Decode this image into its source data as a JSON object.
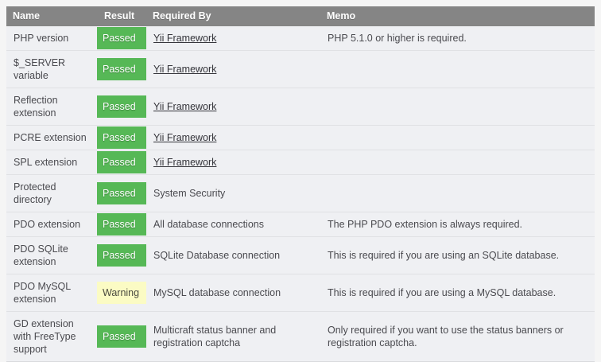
{
  "table": {
    "columns": [
      {
        "key": "name",
        "label": "Name"
      },
      {
        "key": "result",
        "label": "Result"
      },
      {
        "key": "required",
        "label": "Required By"
      },
      {
        "key": "memo",
        "label": "Memo"
      }
    ],
    "colors": {
      "header_bg": "#858585",
      "header_text": "#ffffff",
      "row_bg": "#eff0f3",
      "row_border": "#e0e1e4",
      "passed_bg": "#56b856",
      "passed_text": "#ffffff",
      "warning_bg": "#fbfbc4",
      "warning_text": "#4a4a3f",
      "body_text": "#4a4a4f",
      "link_text": "#34343a",
      "page_bg": "#f5f5f5"
    },
    "rows": [
      {
        "name": "PHP version",
        "result": "Passed",
        "status": "passed",
        "required": "Yii Framework",
        "required_is_link": true,
        "memo": "PHP 5.1.0 or higher is required."
      },
      {
        "name": "$_SERVER variable",
        "result": "Passed",
        "status": "passed",
        "required": "Yii Framework",
        "required_is_link": true,
        "memo": ""
      },
      {
        "name": "Reflection extension",
        "result": "Passed",
        "status": "passed",
        "required": "Yii Framework",
        "required_is_link": true,
        "memo": ""
      },
      {
        "name": "PCRE extension",
        "result": "Passed",
        "status": "passed",
        "required": "Yii Framework",
        "required_is_link": true,
        "memo": ""
      },
      {
        "name": "SPL extension",
        "result": "Passed",
        "status": "passed",
        "required": "Yii Framework",
        "required_is_link": true,
        "memo": ""
      },
      {
        "name": "Protected directory",
        "result": "Passed",
        "status": "passed",
        "required": "System Security",
        "required_is_link": false,
        "memo": ""
      },
      {
        "name": "PDO extension",
        "result": "Passed",
        "status": "passed",
        "required": "All database connections",
        "required_is_link": false,
        "memo": "The PHP PDO extension is always required."
      },
      {
        "name": "PDO SQLite extension",
        "result": "Passed",
        "status": "passed",
        "required": "SQLite Database connection",
        "required_is_link": false,
        "memo": "This is required if you are using an SQLite database."
      },
      {
        "name": "PDO MySQL extension",
        "result": "Warning",
        "status": "warning",
        "required": "MySQL database connection",
        "required_is_link": false,
        "memo": "This is required if you are using a MySQL database."
      },
      {
        "name": "GD extension with FreeType support",
        "result": "Passed",
        "status": "passed",
        "required": "Multicraft status banner and registration captcha",
        "required_is_link": false,
        "memo": "Only required if you want to use the status banners or registration captcha."
      }
    ]
  }
}
